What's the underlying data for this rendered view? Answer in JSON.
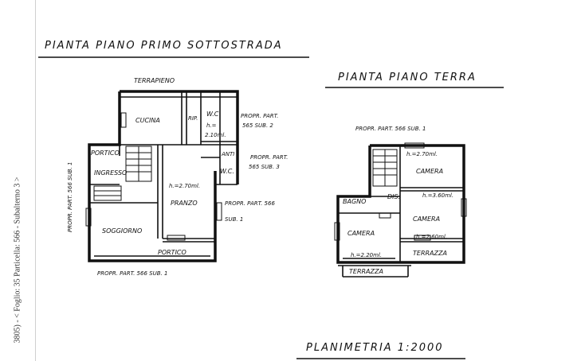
{
  "margin_note": "3805) - < Foglio: 35 Particella: 566 - Subalterno 3 >",
  "titles": {
    "basement": "PIANTA PIANO PRIMO SOTTOSTRADA",
    "ground": "PIANTA PIANO TERRA",
    "planimetry": "PLANIMETRIA 1:2000"
  },
  "basement_labels": {
    "terrapieno": "TERRAPIENO",
    "cucina": "CUCINA",
    "rip": "RIP.",
    "wc1": "W.C",
    "h1": "h.=",
    "h1b": "2.10ml.",
    "anti": "ANTI",
    "wc2": "W.C.",
    "portico_top": "PORTICO",
    "ingresso": "INGRESSO",
    "h_pranzo": "h.=2.70ml.",
    "pranzo": "PRANZO",
    "soggiorno": "SOGGIORNO",
    "portico_bottom": "PORTICO",
    "propr_right1a": "PROPR. PART.",
    "propr_right1b": "565 SUB. 2",
    "propr_right2a": "PROPR. PART.",
    "propr_right2b": "565 SUB. 3",
    "propr_right3a": "PROPR. PART. 566",
    "propr_right3b": "SUB. 1",
    "propr_bottom": "PROPR. PART. 566 SUB. 1",
    "propr_left": "PROPR. PART. 566 SUB. 1"
  },
  "ground_labels": {
    "propr_top": "PROPR. PART. 566 SUB. 1",
    "h_top": "h.=2.70ml.",
    "camera1": "CAMERA",
    "bagno": "BAGNO",
    "dis": "DIS.",
    "h_mid": "h.=3.60ml.",
    "camera2": "CAMERA",
    "camera3": "CAMERA",
    "h_right": "h.=2.60ml.",
    "h_left": "h.=2.20ml.",
    "terrazza1": "TERRAZZA",
    "terrazza2": "TERRAZZA"
  }
}
